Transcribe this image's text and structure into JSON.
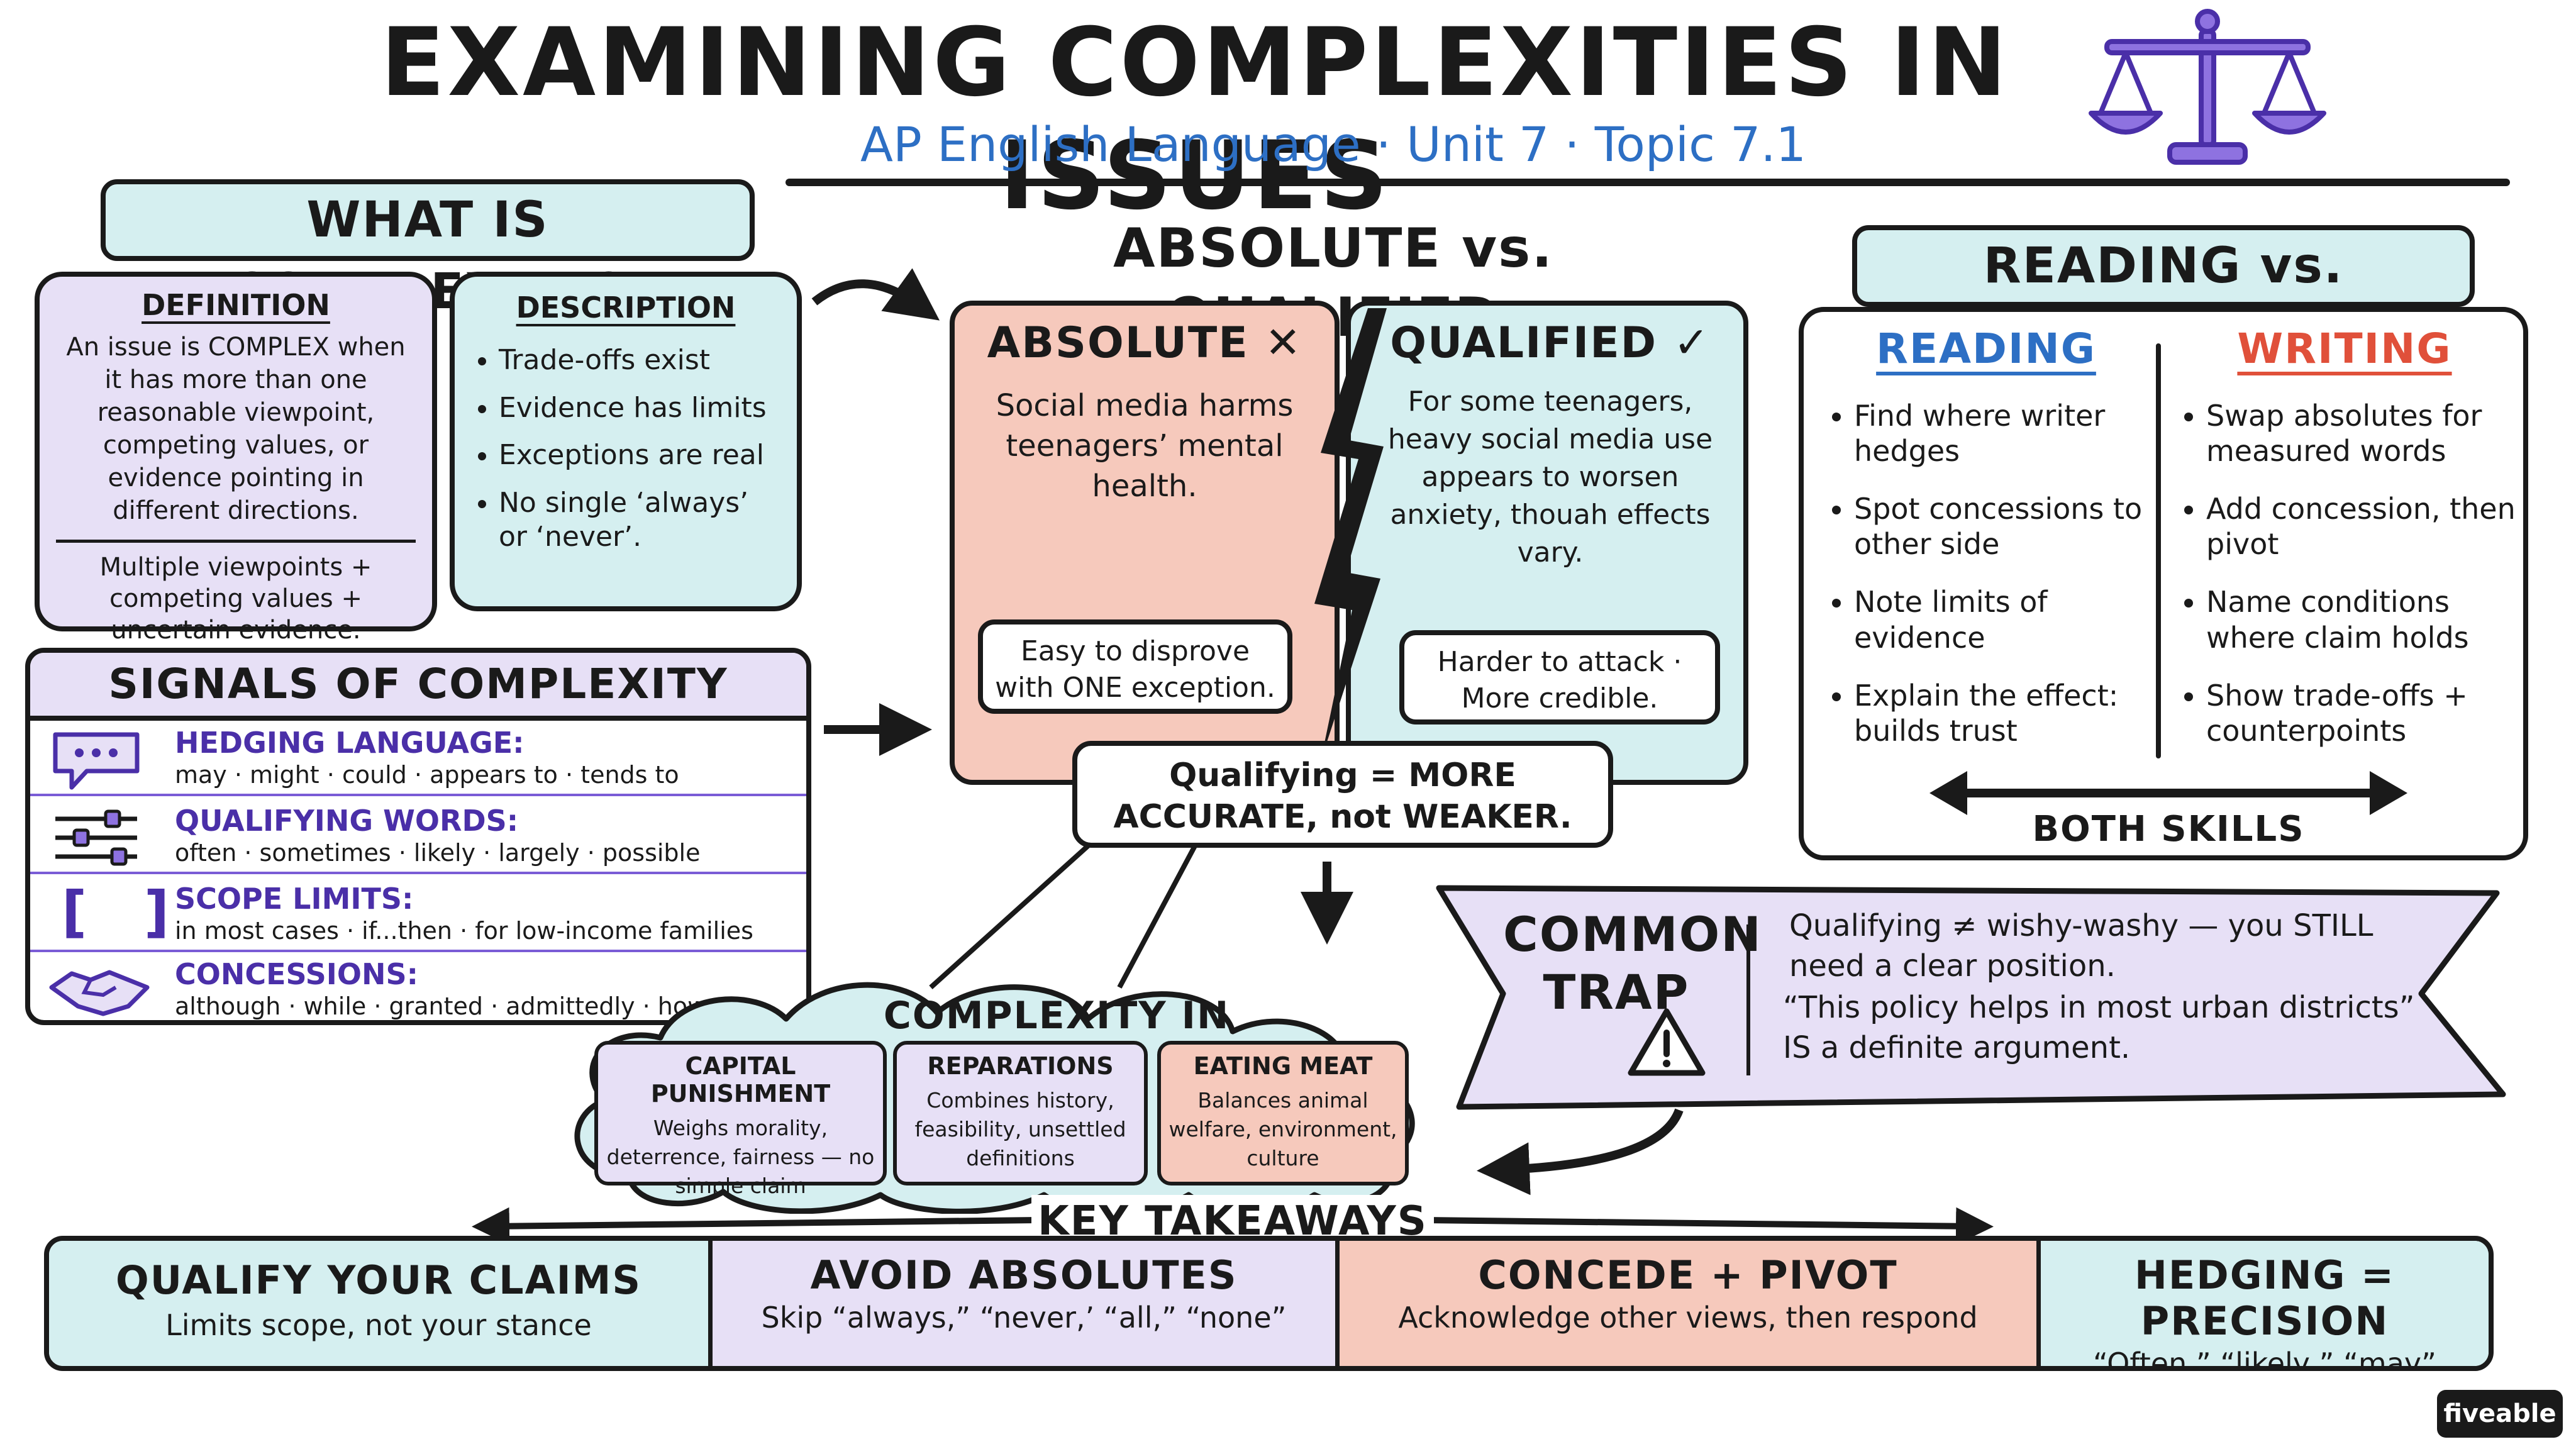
{
  "header": {
    "title": "EXAMINING COMPLEXITIES IN ISSUES",
    "subtitle": "AP English Language · Unit 7 · Topic 7.1"
  },
  "what_is": {
    "title": "WHAT IS COMPLEXITY?",
    "definition": {
      "heading": "DEFINITION",
      "text": "An issue is COMPLEX when it has more than one reasonable viewpoint, competing values, or evidence pointing in different directions.",
      "formula": "Multiple viewpoints + competing values + uncertain evidence."
    },
    "description": {
      "heading": "DESCRIPTION",
      "items": [
        "Trade-offs exist",
        "Evidence has limits",
        "Exceptions are real",
        "No single ‘always’ or ‘never’."
      ]
    }
  },
  "signals": {
    "title": "SIGNALS OF COMPLEXITY",
    "rows": [
      {
        "label": "HEDGING LANGUAGE:",
        "examples": "may · might · could · appears to · tends to",
        "icon": "speech-bubble-icon"
      },
      {
        "label": "QUALIFYING WORDS:",
        "examples": "often · sometimes · likely · largely · possible",
        "icon": "sliders-icon"
      },
      {
        "label": "SCOPE LIMITS:",
        "examples": "in most cases · if...then · for low-income families",
        "icon": "brackets-icon"
      },
      {
        "label": "CONCESSIONS:",
        "examples": "although · while · granted · admittedly · however",
        "icon": "handshake-icon"
      }
    ]
  },
  "absolute_qualified": {
    "title": "ABSOLUTE vs. QUALIFIED",
    "absolute": {
      "heading": "ABSOLUTE ✕",
      "claim": "Social media harms teenagers’ mental health.",
      "note": "Easy to disprove with ONE exception."
    },
    "qualified": {
      "heading": "QUALIFIED ✓",
      "claim": "For some teenagers, heavy social media use appears to worsen anxiety, thouah effects vary.",
      "note": "Harder to attack · More credible."
    },
    "callout": "Qualifying = MORE ACCURATE, not WEAKER."
  },
  "reading_writing": {
    "title": "READING vs. WRITING",
    "reading": {
      "heading": "READING",
      "items": [
        "Find where writer hedges",
        "Spot concessions to other side",
        "Note limits of evidence",
        "Explain the effect: builds trust"
      ]
    },
    "writing": {
      "heading": "WRITING",
      "items": [
        "Swap absolutes for measured words",
        "Add concession, then pivot",
        "Name conditions where claim holds",
        "Show trade-offs + counterpoints"
      ]
    },
    "both": "BOTH SKILLS"
  },
  "trap": {
    "title": "COMMON TRAP",
    "line1": "Qualifying ≠ wishy-washy — you STILL need a clear position.",
    "line2": "“This policy helps in most urban districts” IS a definite argument."
  },
  "action": {
    "title": "COMPLEXITY IN ACTION",
    "cards": [
      {
        "title": "CAPITAL PUNISHMENT",
        "text": "Weighs morality, deterrence, fairness — no simple claim"
      },
      {
        "title": "REPARATIONS",
        "text": "Combines history, feasibility, unsettled definitions"
      },
      {
        "title": "EATING MEAT",
        "text": "Balances animal welfare, environment, culture"
      }
    ]
  },
  "takeaways": {
    "title": "KEY TAKEAWAYS",
    "items": [
      {
        "title": "QUALIFY YOUR CLAIMS",
        "text": "Limits scope, not your stance"
      },
      {
        "title": "AVOID ABSOLUTES",
        "text": "Skip “always,” “never,’ “all,” “none”"
      },
      {
        "title": "CONCEDE + PIVOT",
        "text": "Acknowledge other views, then respond"
      },
      {
        "title": "HEDGING = PRECISION",
        "text": "“Often,” “likely,” “may” carry real meaning"
      }
    ]
  },
  "brand": "fiveable",
  "colors": {
    "mint": "#d5eff0",
    "lavender": "#e7e0f6",
    "pink": "#f6c9bc",
    "blue_text": "#2d6fc4",
    "red_text": "#e0503a",
    "purple": "#7a5cd6"
  }
}
